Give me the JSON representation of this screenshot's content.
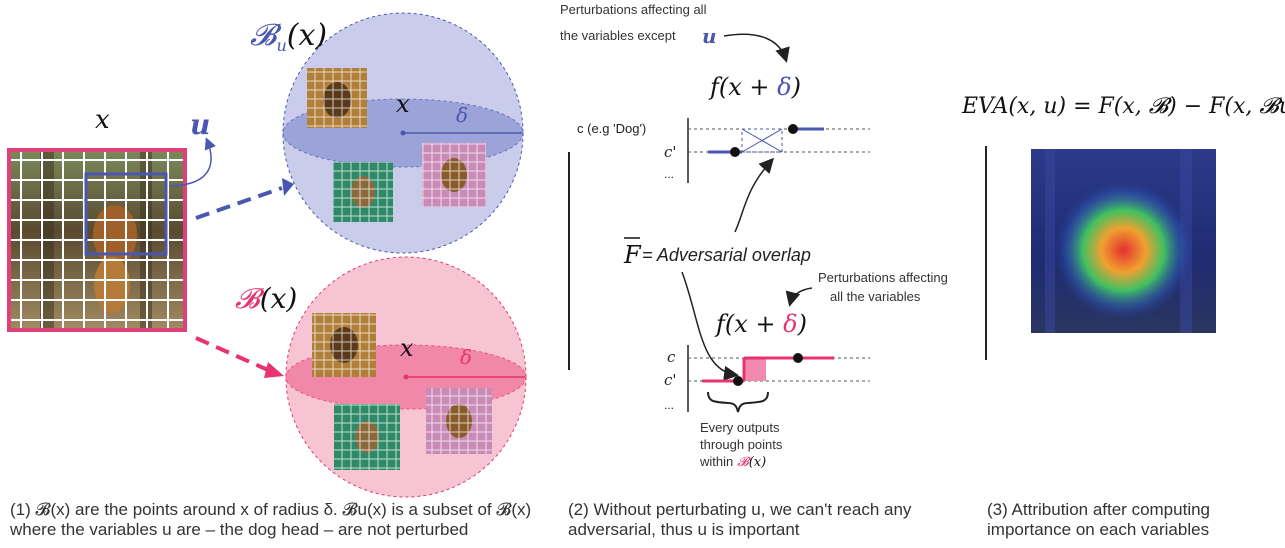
{
  "labels": {
    "x_main": "x",
    "u": "u",
    "bu_ball": "𝓑",
    "bu_sub": "u",
    "bu_arg": "(x)",
    "b_ball": "𝓑",
    "b_arg": "(x)",
    "x_ball": "x",
    "delta": "δ"
  },
  "panel2": {
    "top_note_line1": "Perturbations affecting all",
    "top_note_line2": "the variables except",
    "top_note_u": "u",
    "f_top_pre": "f(x + ",
    "f_top_delta": "δ",
    "f_top_post": ")",
    "c_dog": "c (e.g 'Dog')",
    "c_prime": "c'",
    "dots": "...",
    "overlap_sym": "F",
    "overlap_text": "= Adversarial overlap",
    "mid_note_line1": "Perturbations affecting",
    "mid_note_line2": "all the variables",
    "f_bot_pre": "f(x + ",
    "f_bot_delta": "δ",
    "f_bot_post": ")",
    "c_bot": "c",
    "c_prime_bot": "c'",
    "dots_bot": "...",
    "brace_line1": "Every outputs",
    "brace_line2": "through points",
    "brace_line3": "within"
  },
  "panel3": {
    "eva": "EVA(x, u) = F(x, 𝓑) − F(x, 𝓑u)"
  },
  "captions": {
    "c1": "(1) 𝓑(x) are the points around x of radius δ. 𝓑u(x) is a subset of 𝓑(x) where the variables u are – the dog head – are not perturbed",
    "c2": "(2) Without perturbating u, we can't reach any adversarial, thus u is important",
    "c3": "(3) Attribution after computing importance on each variables"
  },
  "colors": {
    "blue": "#4a57b0",
    "pink": "#e8336e",
    "blue_ball": "#c9cdeb",
    "pink_ball": "#f7c4d3"
  }
}
